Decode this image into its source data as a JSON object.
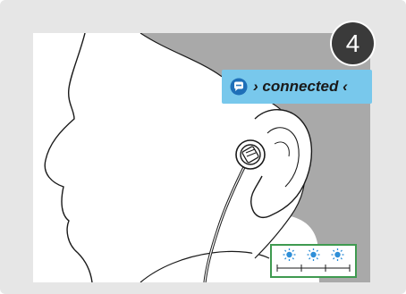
{
  "step": {
    "number": "4"
  },
  "status": {
    "text": "› connected ‹",
    "icon": "bluetooth-chat-icon",
    "background_color": "#78c8ec"
  },
  "led_indicator": {
    "icon": "blinking-led-icon",
    "led_count": 3,
    "led_color": "#2f8fd8",
    "border_color": "#3f9a50"
  },
  "colors": {
    "frame": "#e6e6e6",
    "shadow": "#a9a9a9",
    "line_art": "#1a1a1a",
    "badge": "#3a3a3a"
  }
}
